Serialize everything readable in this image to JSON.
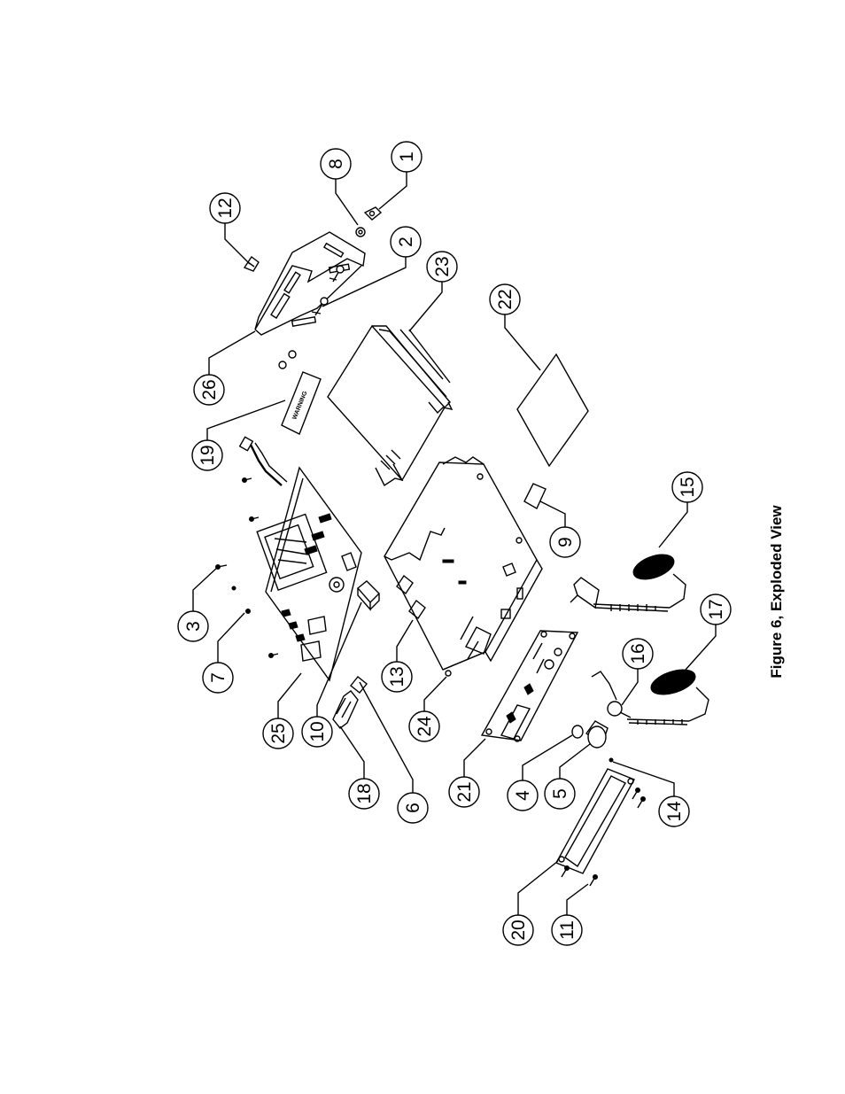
{
  "figure": {
    "caption": "Figure 6,  Exploded View",
    "warning_label": "WARNING",
    "callouts": [
      "1",
      "2",
      "3",
      "4",
      "5",
      "6",
      "7",
      "8",
      "9",
      "10",
      "11",
      "12",
      "13",
      "14",
      "15",
      "16",
      "17",
      "18",
      "19",
      "20",
      "21",
      "22",
      "23",
      "24",
      "25",
      "26"
    ]
  }
}
